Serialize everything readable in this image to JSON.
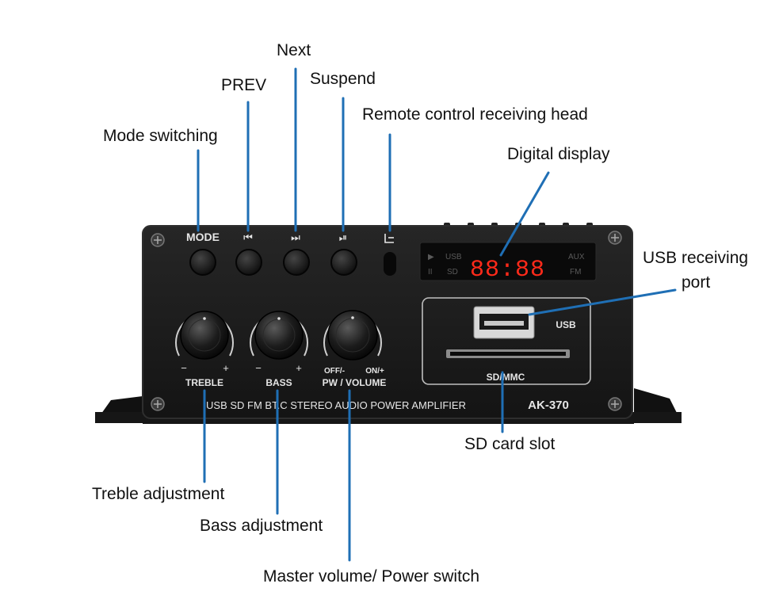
{
  "callouts": {
    "next": "Next",
    "prev": "PREV",
    "suspend": "Suspend",
    "remote": "Remote control receiving head",
    "mode_switching": "Mode switching",
    "digital_display": "Digital display",
    "usb_port": [
      "USB receiving",
      "port"
    ],
    "sd_slot": "SD card slot",
    "treble": "Treble adjustment",
    "bass": "Bass adjustment",
    "master": "Master volume/ Power switch"
  },
  "panel": {
    "mode_label": "MODE",
    "prev_symbol": "⏮",
    "next_symbol": "⏭",
    "play_pause_symbol": "⏯",
    "knobs": [
      {
        "name": "TREBLE",
        "minus": "−",
        "plus": "+"
      },
      {
        "name": "BASS",
        "minus": "−",
        "plus": "+"
      },
      {
        "name": "PW / VOLUME",
        "minus": "OFF/-",
        "plus": "ON/+"
      }
    ],
    "display": {
      "digits": "88:88",
      "left_top": "▶",
      "left_bottom": "II",
      "usb": "USB",
      "sd": "SD",
      "aux": "AUX",
      "fm": "FM"
    },
    "usb_label": "USB",
    "sd_label": "SD/MMC",
    "bottom_text": "USB SD FM BT.C STEREO AUDIO POWER AMPLIFIER",
    "model": "AK-370"
  },
  "colors": {
    "leader_line": "#1f6fb5",
    "panel": "#1b1b1b",
    "display_digit": "#ff2a1a"
  }
}
